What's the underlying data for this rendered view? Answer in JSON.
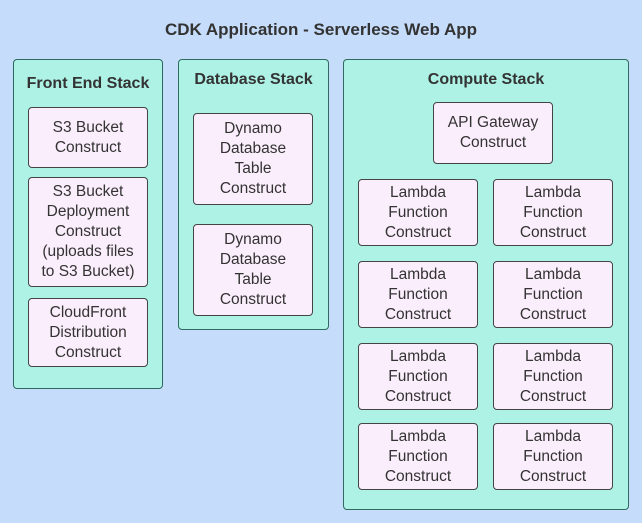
{
  "title": "CDK Application - Serverless Web App",
  "front_end_stack": {
    "label": "Front End Stack",
    "constructs": [
      "S3 Bucket\nConstruct",
      "S3 Bucket\nDeployment\nConstruct\n(uploads files\nto S3 Bucket)",
      "CloudFront\nDistribution\nConstruct"
    ]
  },
  "database_stack": {
    "label": "Database Stack",
    "constructs": [
      "Dynamo\nDatabase\nTable\nConstruct",
      "Dynamo\nDatabase\nTable\nConstruct"
    ]
  },
  "compute_stack": {
    "label": "Compute Stack",
    "api_gateway": "API Gateway\nConstruct",
    "lambdas": [
      "Lambda\nFunction\nConstruct",
      "Lambda\nFunction\nConstruct",
      "Lambda\nFunction\nConstruct",
      "Lambda\nFunction\nConstruct",
      "Lambda\nFunction\nConstruct",
      "Lambda\nFunction\nConstruct",
      "Lambda\nFunction\nConstruct",
      "Lambda\nFunction\nConstruct"
    ]
  }
}
